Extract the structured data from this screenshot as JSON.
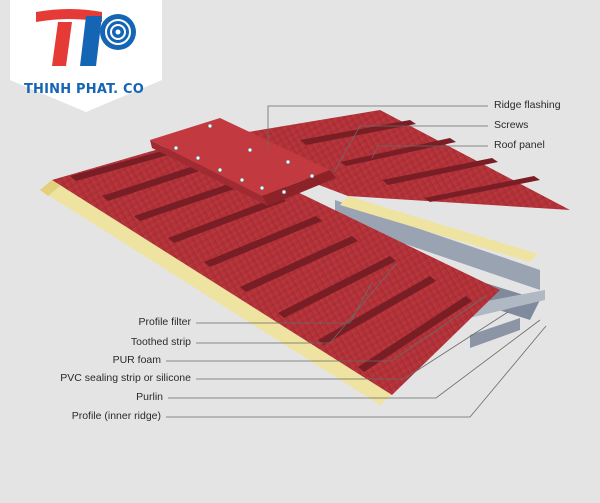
{
  "brand": {
    "name": "THINH PHAT. CO",
    "colors": {
      "blue": "#1565b5",
      "red": "#e63a36"
    }
  },
  "callouts_top": [
    {
      "id": "ridge-flashing",
      "label": "Ridge flashing"
    },
    {
      "id": "screws",
      "label": "Screws"
    },
    {
      "id": "roof-panel",
      "label": "Roof panel"
    }
  ],
  "callouts_bottom": [
    {
      "id": "profile-filter",
      "label": "Profile filter"
    },
    {
      "id": "toothed-strip",
      "label": "Toothed strip"
    },
    {
      "id": "pur-foam",
      "label": "PUR foam"
    },
    {
      "id": "pvc-sealing-strip",
      "label": "PVC sealing strip or silicone"
    },
    {
      "id": "purlin",
      "label": "Purlin"
    },
    {
      "id": "profile-inner-ridge",
      "label": "Profile (inner ridge)"
    }
  ],
  "colors": {
    "panel_red": "#b8333a",
    "panel_dark": "#7a1e25",
    "foam": "#efe3a2",
    "steel": "#8d98a8",
    "background": "#e4e4e5"
  }
}
